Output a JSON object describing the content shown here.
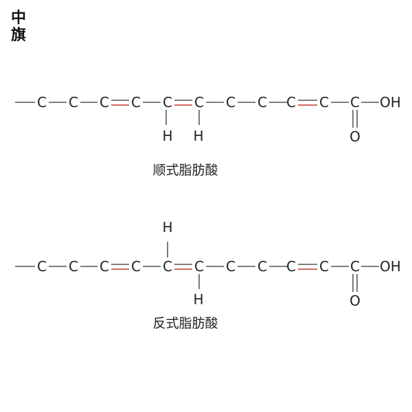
{
  "logo": {
    "chars": [
      "中",
      "旗"
    ]
  },
  "structures": [
    {
      "caption": "顺式脂肪酸",
      "chain_atoms": [
        "C",
        "C",
        "C",
        "C",
        "C",
        "C",
        "C",
        "C",
        "C",
        "C",
        "C"
      ],
      "terminal_group": "OH",
      "carbonyl_oxygen": "O",
      "hydrogen_above_c5": "",
      "hydrogen_below_c5": "H",
      "hydrogen_below_c6": "H",
      "double_bond_color": "#c0392b"
    },
    {
      "caption": "反式脂肪酸",
      "chain_atoms": [
        "C",
        "C",
        "C",
        "C",
        "C",
        "C",
        "C",
        "C",
        "C",
        "C",
        "C"
      ],
      "terminal_group": "OH",
      "carbonyl_oxygen": "O",
      "hydrogen_above_c5": "H",
      "hydrogen_below_c5": "",
      "hydrogen_below_c6": "H",
      "double_bond_color": "#c0392b"
    }
  ]
}
